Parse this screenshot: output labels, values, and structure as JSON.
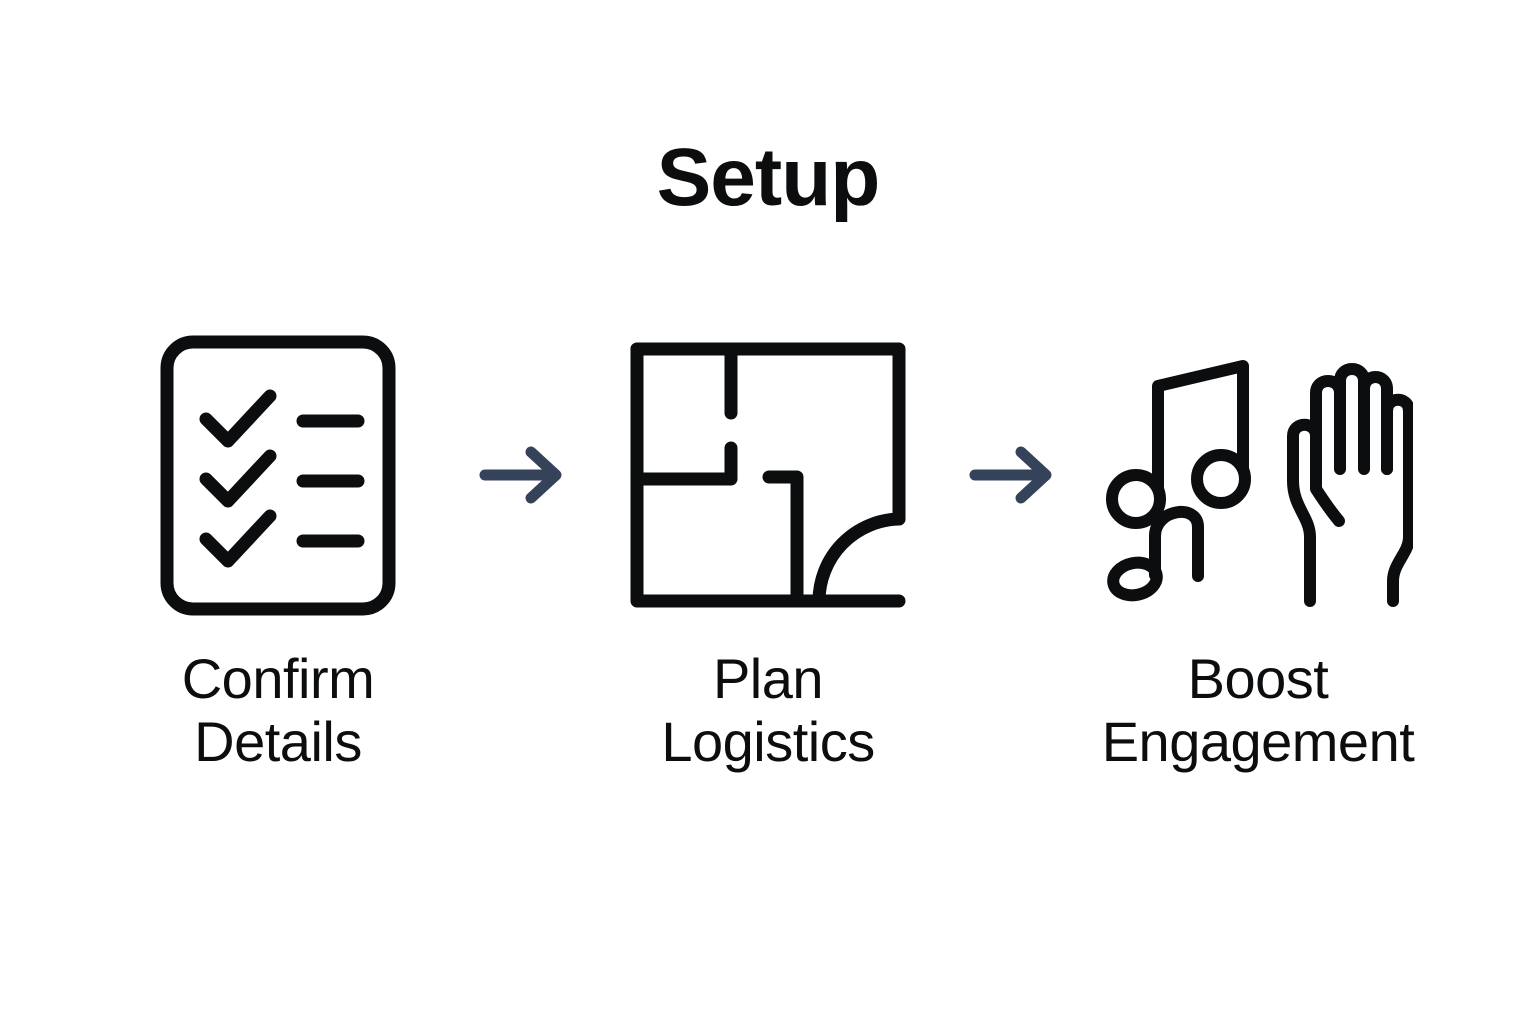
{
  "page": {
    "title": "Setup",
    "background_color": "#ffffff",
    "text_color": "#0b0d0e",
    "arrow_color": "#35435a"
  },
  "flow": {
    "steps": [
      {
        "label": "Confirm\nDetails",
        "icon": "checklist-clipboard-icon"
      },
      {
        "label": "Plan\nLogistics",
        "icon": "floor-plan-icon"
      },
      {
        "label": "Boost\nEngagement",
        "icon": "music-notes-raised-hand-icon"
      }
    ],
    "connectors": [
      {
        "icon": "arrow-right-icon"
      },
      {
        "icon": "arrow-right-icon"
      }
    ]
  }
}
